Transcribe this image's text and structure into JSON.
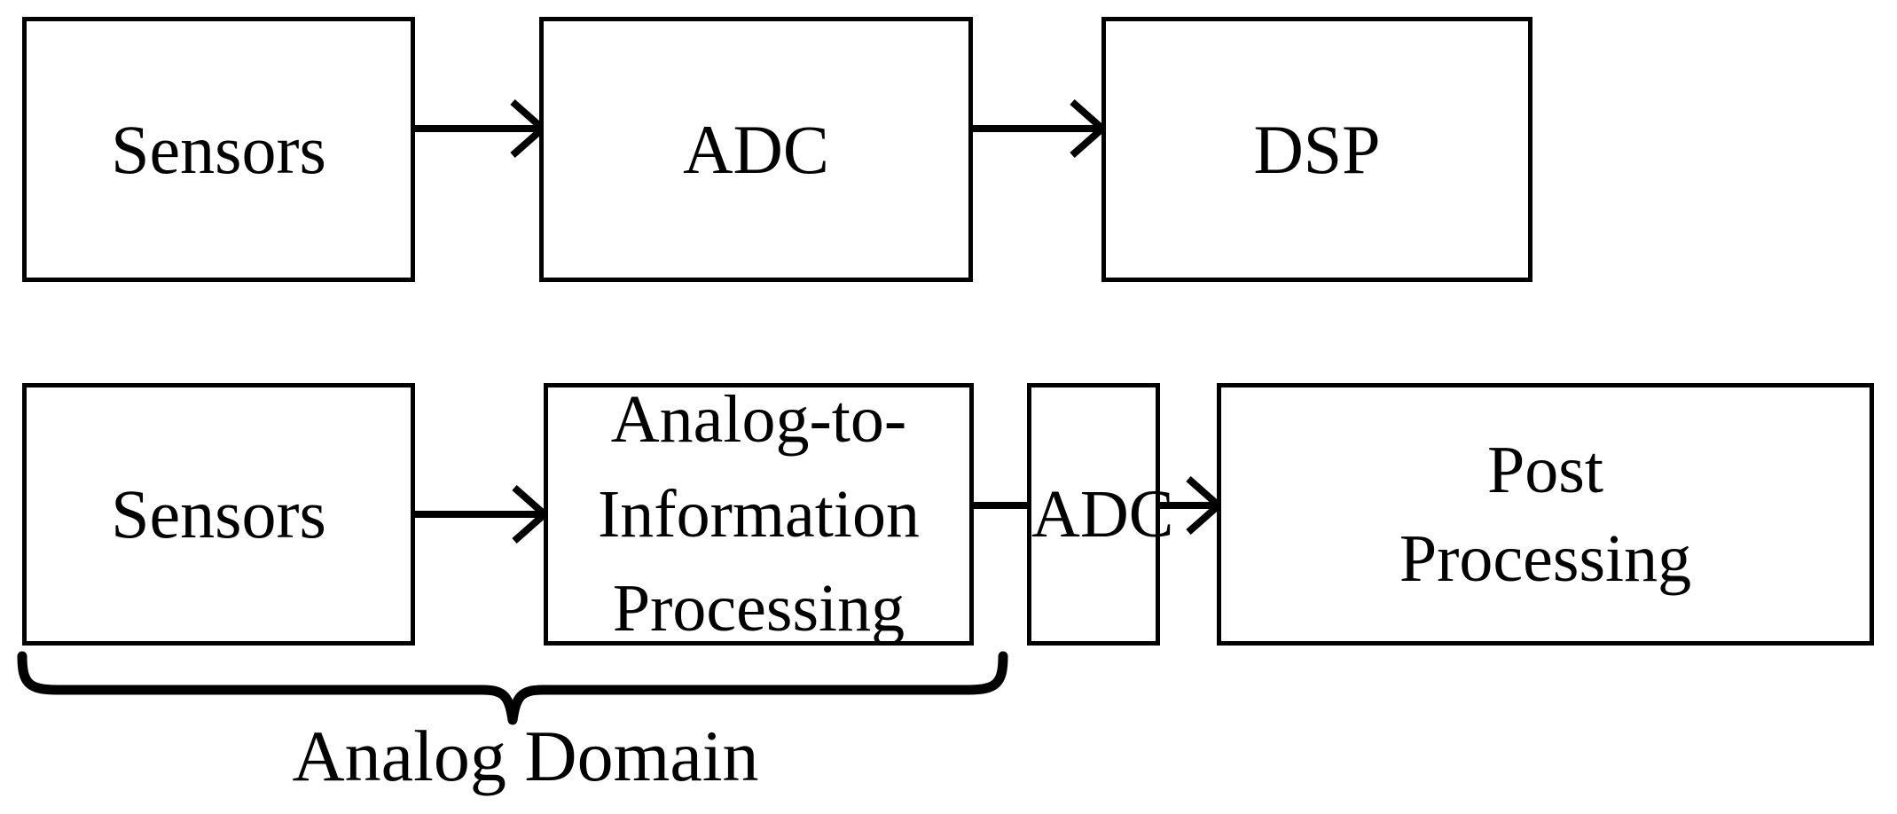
{
  "diagram": {
    "type": "block-diagram",
    "background_color": "#ffffff",
    "stroke_color": "#000000",
    "rows": [
      {
        "id": "conventional-signal-chain",
        "blocks": [
          {
            "id": "r1-sensors",
            "label": "Sensors"
          },
          {
            "id": "r1-adc",
            "label": "ADC"
          },
          {
            "id": "r1-dsp",
            "label": "DSP"
          }
        ],
        "connections": [
          {
            "from": "r1-sensors",
            "to": "r1-adc",
            "kind": "arrow"
          },
          {
            "from": "r1-adc",
            "to": "r1-dsp",
            "kind": "arrow"
          }
        ]
      },
      {
        "id": "analog-to-information-signal-chain",
        "blocks": [
          {
            "id": "r2-sensors",
            "label": "Sensors"
          },
          {
            "id": "r2-aip",
            "label": "Analog-to-\nInformation\nProcessing"
          },
          {
            "id": "r2-adc",
            "label": "ADC"
          },
          {
            "id": "r2-post",
            "label": "Post\nProcessing"
          }
        ],
        "connections": [
          {
            "from": "r2-sensors",
            "to": "r2-aip",
            "kind": "arrow"
          },
          {
            "from": "r2-aip",
            "to": "r2-adc",
            "kind": "arrow"
          },
          {
            "from": "r2-adc",
            "to": "r2-post",
            "kind": "arrow"
          }
        ]
      }
    ],
    "annotations": [
      {
        "id": "analog-domain-brace",
        "kind": "curly-brace",
        "label": "Analog Domain",
        "spans": [
          "r2-sensors",
          "r2-aip"
        ]
      }
    ]
  }
}
